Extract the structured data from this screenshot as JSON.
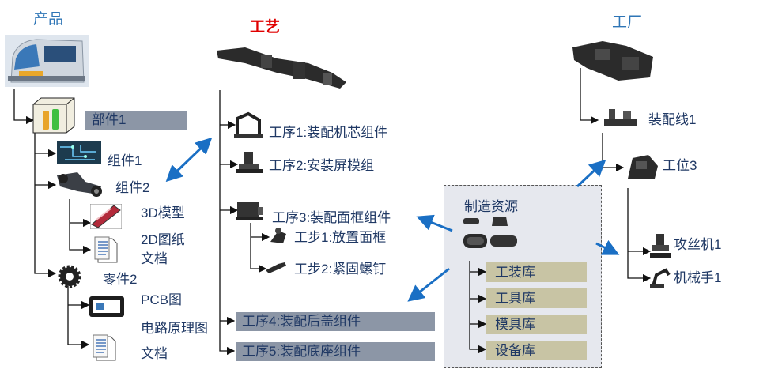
{
  "product": {
    "title": "产品",
    "part": "部件1",
    "components": [
      "组件1",
      "组件2"
    ],
    "model_3d": "3D模型",
    "drawing_2d_l1": "2D图纸",
    "drawing_2d_l2": "文档",
    "part2": "零件2",
    "pcb": "PCB图",
    "circuit_l1": "电路原理图",
    "circuit_l2": "文档"
  },
  "process": {
    "title": "工艺",
    "ops": [
      "工序1:装配机芯组件",
      "工序2:安装屏模组",
      "工序3:装配面框组件"
    ],
    "steps": [
      "工步1:放置面框",
      "工步2:紧固螺钉"
    ],
    "ops_bar": [
      "工序4:装配后盖组件",
      "工序5:装配底座组件"
    ]
  },
  "resources": {
    "title": "制造资源",
    "libs": [
      "工装库",
      "工具库",
      "模具库",
      "设备库"
    ]
  },
  "factory": {
    "title": "工厂",
    "line": "装配线1",
    "station": "工位3",
    "machines": [
      "攻丝机1",
      "机械手1"
    ]
  },
  "colors": {
    "accent": "#2e75b6",
    "title_red": "#e00000",
    "text": "#1f3864",
    "bar_gray": "#8c96a6",
    "lib_khaki": "#c8c4a4",
    "panel_bg": "#e6e8ee"
  }
}
